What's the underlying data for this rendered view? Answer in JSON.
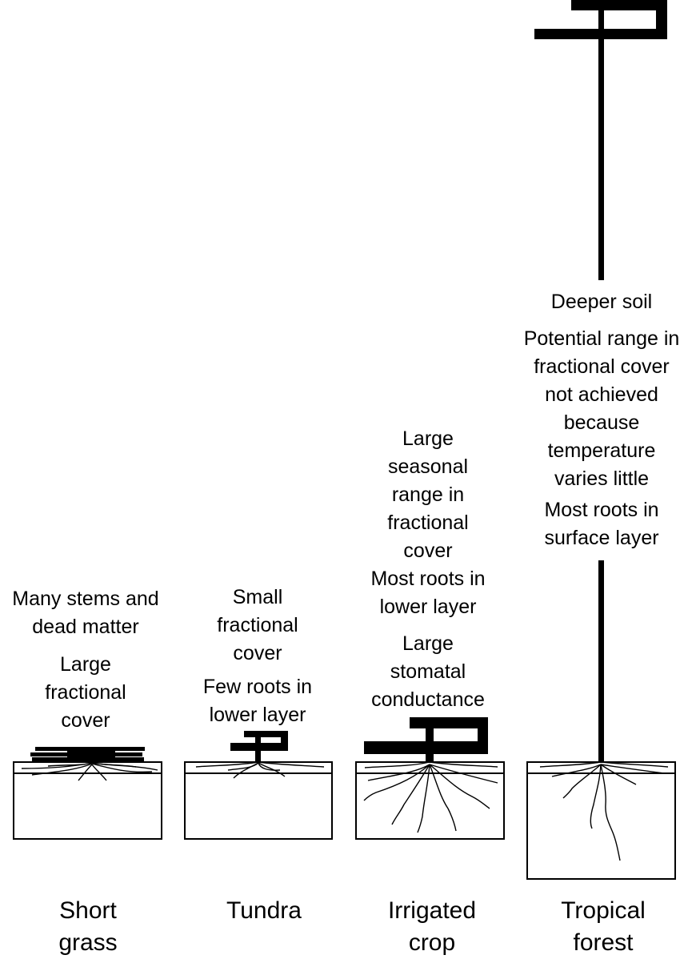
{
  "panels": [
    {
      "caption": [
        "Short",
        "grass"
      ],
      "notes": [
        [
          "Many stems and",
          "dead matter"
        ],
        [
          "Large",
          "fractional",
          "cover"
        ]
      ]
    },
    {
      "caption": [
        "Tundra"
      ],
      "notes": [
        [
          "Small",
          "fractional",
          "cover"
        ],
        [
          "Few roots in",
          "lower layer"
        ]
      ]
    },
    {
      "caption": [
        "Irrigated",
        "crop"
      ],
      "notes": [
        [
          "Large",
          "seasonal",
          "range in",
          "fractional",
          "cover"
        ],
        [
          "Most roots in",
          "lower layer"
        ],
        [
          "Large",
          "stomatal",
          "conductance"
        ]
      ]
    },
    {
      "caption": [
        "Tropical",
        "forest"
      ],
      "notes": [
        [
          "Deeper soil"
        ],
        [
          "Potential range in",
          "fractional cover",
          "not achieved",
          "because",
          "temperature",
          "varies little"
        ],
        [
          "Most roots in",
          "surface layer"
        ]
      ]
    }
  ]
}
